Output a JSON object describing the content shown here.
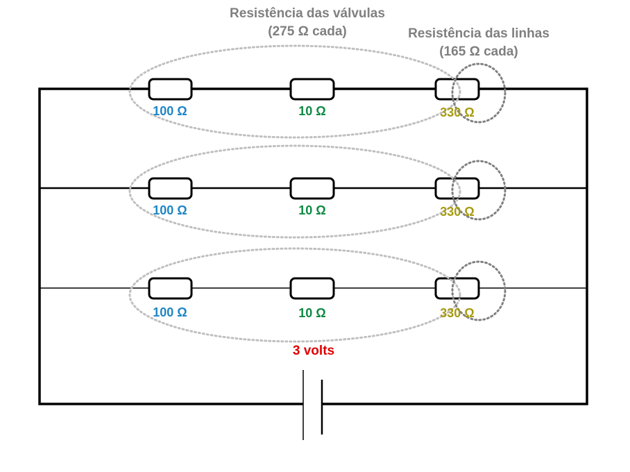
{
  "header": {
    "valve_title_line1": "Resistência das válvulas",
    "valve_title_line2": "(275 Ω cada)",
    "line_title_line1": "Resistência das linhas",
    "line_title_line2": "(165 Ω cada)"
  },
  "branches": [
    {
      "resistors": [
        {
          "value": "100 Ω"
        },
        {
          "value": "10 Ω"
        },
        {
          "value": "330 Ω"
        }
      ]
    },
    {
      "resistors": [
        {
          "value": "100 Ω"
        },
        {
          "value": "10 Ω"
        },
        {
          "value": "330 Ω"
        }
      ]
    },
    {
      "resistors": [
        {
          "value": "100 Ω"
        },
        {
          "value": "10 Ω"
        },
        {
          "value": "330 Ω"
        }
      ]
    }
  ],
  "source": {
    "label": "3 volts"
  },
  "colors": {
    "wire": "#000000",
    "header_text": "#7f7f7f",
    "valve_group_outline": "#bfbfbf",
    "line_group_outline": "#808080",
    "resistor_100": "#1f85c4",
    "resistor_10": "#0e8a43",
    "resistor_330": "#a79b10",
    "voltage": "#e00000"
  }
}
